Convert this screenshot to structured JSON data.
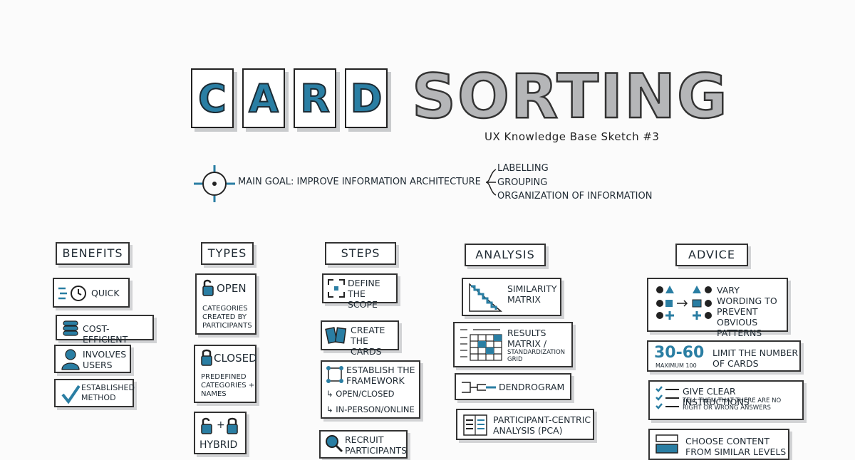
{
  "title": {
    "letters": [
      "C",
      "A",
      "R",
      "D"
    ],
    "word2": "SORTING",
    "subtitle": "UX Knowledge Base Sketch #3"
  },
  "goal": {
    "text": "MAIN GOAL: IMPROVE INFORMATION ARCHITECTURE",
    "items": [
      "LABELLING",
      "GROUPING",
      "ORGANIZATION OF INFORMATION"
    ]
  },
  "sections": {
    "benefits": {
      "header": "BENEFITS",
      "items": [
        "QUICK",
        "COST-EFFICIENT",
        "INVOLVES USERS",
        "ESTABLISHED METHOD"
      ]
    },
    "types": {
      "header": "TYPES",
      "open": {
        "title": "OPEN",
        "desc": "CATEGORIES CREATED BY PARTICIPANTS"
      },
      "closed": {
        "title": "CLOSED",
        "desc": "PREDEFINED CATEGORIES + NAMES"
      },
      "hybrid": {
        "title": "HYBRID",
        "plus": "+"
      }
    },
    "steps": {
      "header": "STEPS",
      "define": "DEFINE THE SCOPE",
      "create": "CREATE THE CARDS",
      "establish": "ESTABLISH THE FRAMEWORK",
      "sub1": "↳ OPEN/CLOSED",
      "sub2": "↳ IN-PERSON/ONLINE",
      "recruit": "RECRUIT PARTICIPANTS"
    },
    "analysis": {
      "header": "ANALYSIS",
      "similarity": "SIMILARITY MATRIX",
      "results": "RESULTS MATRIX /",
      "results_sub": "STANDARDIZATION GRID",
      "dendrogram": "DENDROGRAM",
      "pca": "PARTICIPANT-CENTRIC ANALYSIS (PCA)"
    },
    "advice": {
      "header": "ADVICE",
      "vary": "VARY WORDING TO PREVENT OBVIOUS PATTERNS",
      "range": "30-60",
      "max": "MAXIMUM 100",
      "limit": "LIMIT THE NUMBER OF CARDS",
      "instr": "GIVE CLEAR INSTRUCTIONS",
      "instr_sub": "TELL THEM THAT THERE ARE NO RIGHT OR WRONG ANSWERS",
      "content": "CHOOSE CONTENT FROM SIMILAR LEVELS"
    }
  },
  "colors": {
    "accent": "#2a7ea3",
    "ink": "#222222",
    "grey": "#b5b6b8",
    "shadow": "#d2d3d5"
  }
}
